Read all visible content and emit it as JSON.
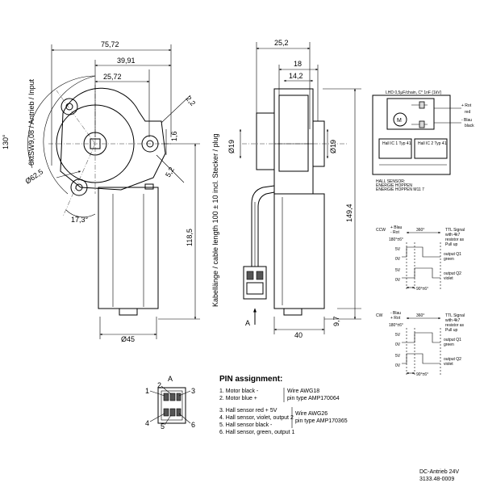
{
  "front_view": {
    "dim_width_total": "75,72",
    "dim_width_mid": "39,91",
    "dim_width_center": "25,72",
    "dim_angle_left": "130°",
    "dim_input_label": "6ktSW9,08 / Antrieb / Input",
    "dim_pcd": "Ø62,5",
    "dim_angle_bottom": "17,3°",
    "dim_hole_1": "2,2",
    "dim_hole_2": "1,6",
    "dim_hole_3": "5,2",
    "dim_height": "118,5",
    "dim_base": "Ø45"
  },
  "side_view": {
    "dim_width_top": "25,2",
    "dim_width_18": "18",
    "dim_width_14": "14,2",
    "dim_dia_left": "Ø19",
    "dim_dia_right": "Ø19",
    "cable_label": "Kabellänge / cable length 100 ± 10 incl. Stecker / plug",
    "dim_height": "149,4",
    "dim_bottom": "9,7",
    "dim_base": "40",
    "arrow_label": "A"
  },
  "circuit": {
    "header": "LHD 0,5µF/chain, C* 1nF (1kV)",
    "motor_label": "M",
    "wire_red": "+ Rot",
    "wire_red2": "red",
    "wire_black": "- Blau",
    "wire_black2": "black",
    "hall_label": "HALL SENSOR:",
    "hall_note_1": "Hall IC 1 Typ 41",
    "hall_note_2": "Hall IC 2 Typ 41",
    "hall_sensor": "HALL SENSOR:",
    "hall_type_1": "ENERGIE HOPPEN",
    "hall_type_2": "ENERGIE HOPPEN M11 7"
  },
  "ccw_diagram": {
    "label_1": "CCW",
    "label_2": "+ Blau",
    "label_3": "- Rot",
    "angle_top": "360°",
    "angle_mid": "180°±6°",
    "level_1": "5V",
    "level_2": "0V",
    "level_3": "5V",
    "level_4": "0V",
    "ttl_1": "TTL Signal",
    "ttl_2": "with 4k7",
    "ttl_3": "resistor as",
    "ttl_4": "Pull up",
    "out_1": "output Q1",
    "out_1b": "green",
    "out_2": "output Q2",
    "out_2b": "violet",
    "angle_bottom": "90°±6°"
  },
  "cw_diagram": {
    "label_1": "CW",
    "label_2": "- Blau",
    "label_3": "+ Rot",
    "angle_top": "360°",
    "angle_mid": "180°±6°",
    "level_1": "5V",
    "level_2": "0V",
    "level_3": "5V",
    "level_4": "0V",
    "ttl_1": "TTL Signal",
    "ttl_2": "with 4k7",
    "ttl_3": "resistor as",
    "ttl_4": "Pull up",
    "out_1": "output Q1",
    "out_1b": "green",
    "out_2": "output Q2",
    "out_2b": "violet",
    "angle_bottom": "90°±6°"
  },
  "connector": {
    "title": "A",
    "pin_1": "1",
    "pin_2": "2",
    "pin_3": "3",
    "pin_4": "4",
    "pin_5": "5",
    "pin_6": "6"
  },
  "pins": {
    "title": "PIN assignment:",
    "line_1": "1. Motor black -",
    "line_2": "2. Motor blue +",
    "wire_1": "Wire AWG18",
    "wire_2": "pin type AMP170064",
    "line_3": "3. Hall sensor red + 5V",
    "line_4": "4. Hall sensor, violet, output 2",
    "line_5": "5. Hall sensor black -",
    "line_6": "6. Hall sensor, green, output 1",
    "wire_3": "Wire AWG26",
    "wire_4": "pin type AMP170365"
  },
  "footer": {
    "line_1": "DC-Antrieb 24V",
    "line_2": "3133.48-0009"
  }
}
